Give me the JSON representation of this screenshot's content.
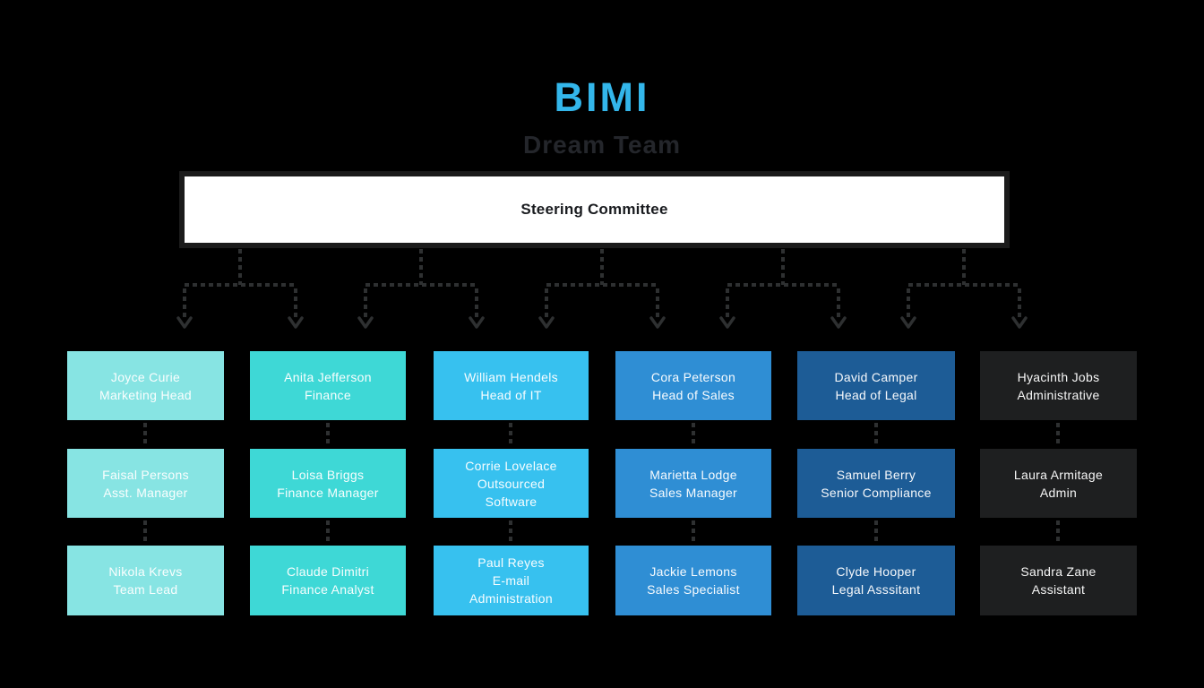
{
  "header": {
    "title": "BIMI",
    "subtitle": "Dream Team",
    "title_color": "#33b6ea",
    "subtitle_color": "#24262b"
  },
  "root": {
    "label": "Steering Committee",
    "fill": "#ffffff",
    "border_color": "#1b1b1b",
    "text_color": "#191b1f"
  },
  "connector_color": "#2e3031",
  "background_color": "#000000",
  "columns": [
    {
      "color": "#87e4e3",
      "boxes": [
        {
          "name": "Joyce Curie",
          "title": "Marketing Head"
        },
        {
          "name": "Faisal Persons",
          "title": "Asst. Manager"
        },
        {
          "name": "Nikola Krevs",
          "title": "Team Lead"
        }
      ]
    },
    {
      "color": "#3ed8d6",
      "boxes": [
        {
          "name": "Anita Jefferson",
          "title": "Finance"
        },
        {
          "name": "Loisa Briggs",
          "title": "Finance Manager"
        },
        {
          "name": "Claude Dimitri",
          "title": "Finance Analyst"
        }
      ]
    },
    {
      "color": "#37c1ef",
      "boxes": [
        {
          "name": "William Hendels",
          "title": "Head of IT"
        },
        {
          "name": "Corrie Lovelace",
          "title": "Outsourced\nSoftware"
        },
        {
          "name": "Paul Reyes",
          "title": "E-mail\nAdministration"
        }
      ]
    },
    {
      "color": "#2f8ed4",
      "boxes": [
        {
          "name": "Cora Peterson",
          "title": "Head of Sales"
        },
        {
          "name": "Marietta Lodge",
          "title": "Sales Manager"
        },
        {
          "name": "Jackie Lemons",
          "title": "Sales Specialist"
        }
      ]
    },
    {
      "color": "#1d5c96",
      "boxes": [
        {
          "name": "David Camper",
          "title": "Head of Legal"
        },
        {
          "name": "Samuel Berry",
          "title": "Senior Compliance"
        },
        {
          "name": "Clyde Hooper",
          "title": "Legal Asssitant"
        }
      ]
    },
    {
      "color": "#1e1f20",
      "boxes": [
        {
          "name": "Hyacinth Jobs",
          "title": "Administrative"
        },
        {
          "name": "Laura Armitage",
          "title": "Admin"
        },
        {
          "name": "Sandra Zane",
          "title": "Assistant"
        }
      ]
    }
  ]
}
